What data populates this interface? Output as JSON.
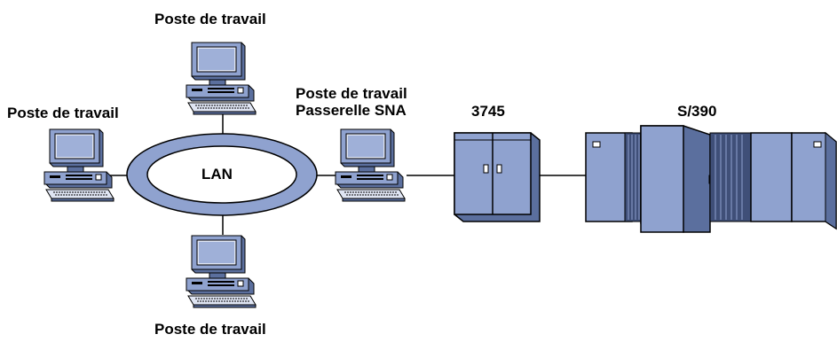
{
  "labels": {
    "ws_top": "Poste de travail",
    "ws_left": "Poste de travail",
    "ws_bottom": "Poste de travail",
    "ws_gateway_line1": "Poste de travail",
    "ws_gateway_line2": "Passerelle SNA",
    "lan": "LAN",
    "controller": "3745",
    "mainframe": "S/390"
  },
  "colors": {
    "equipment_fill": "#8fa2cf",
    "equipment_dark": "#5b6f9e",
    "equipment_shadow": "#3f4f78",
    "screen": "#9fb0d8",
    "lan_ring": "#b8c3e3",
    "line": "#000000"
  },
  "icons": {
    "workstation": "desktop-computer-icon",
    "controller": "communication-controller-3745-icon",
    "mainframe": "s390-mainframe-icon",
    "lan": "lan-ring-icon"
  }
}
